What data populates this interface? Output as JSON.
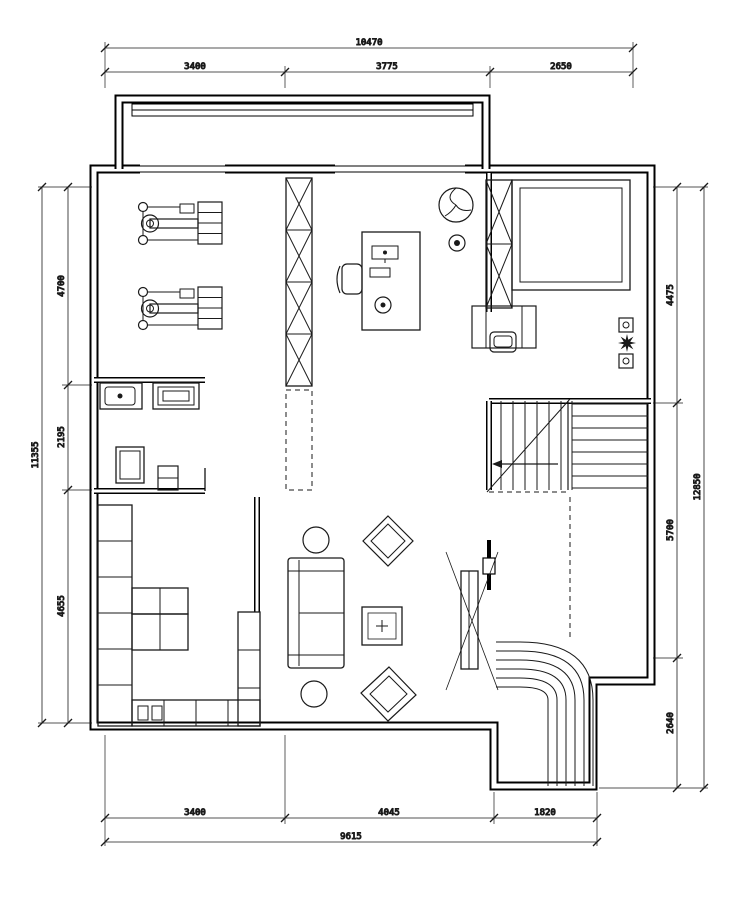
{
  "title": "Residential Floor Plan",
  "colors": {
    "background": "#ffffff",
    "wall": "#000000",
    "line": "#1a1a1a",
    "dimension": "#1a1a1a"
  },
  "dimensions": {
    "top": {
      "total": "10470",
      "segments": [
        "3400",
        "3775",
        "2650"
      ]
    },
    "left": {
      "total": "11355",
      "segments": [
        "4700",
        "2195",
        "4655"
      ]
    },
    "right": {
      "total": "12850",
      "segments": [
        "4475",
        "5700",
        "2640"
      ]
    },
    "bottom": {
      "total": "9615",
      "segments": [
        "3400",
        "4045",
        "1820"
      ]
    }
  },
  "symbols": {
    "exercise_machine": "gym equipment plan symbol",
    "wardrobe_hatched": "wardrobe with X hatch",
    "bed": "double bed",
    "desk": "desk with chair",
    "sofa": "three seat sofa",
    "stairs": "staircase with direction arrow",
    "sink": "kitchen sink",
    "tv_panel": "tv feature wall"
  }
}
